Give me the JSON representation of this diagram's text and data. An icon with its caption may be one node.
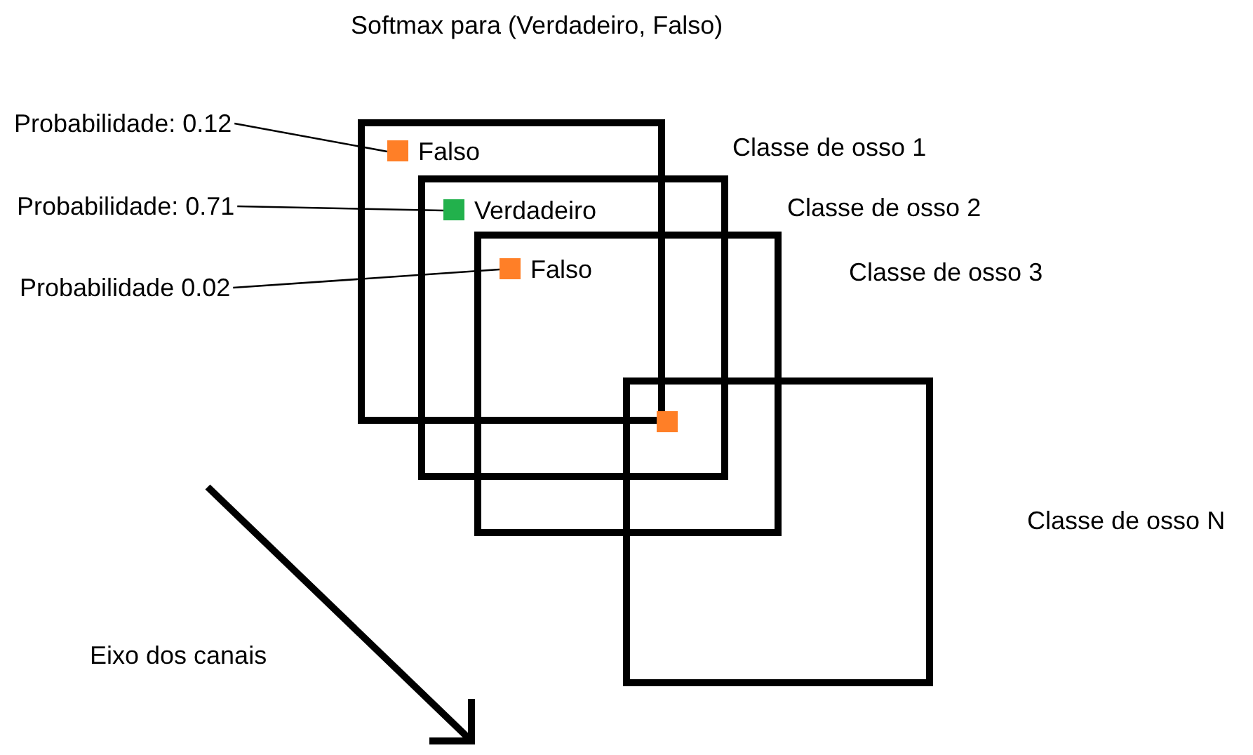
{
  "diagram": {
    "title": "Softmax para (Verdadeiro, Falso)",
    "nodes": [
      {
        "text": [
          "Classe de osso 1"
        ]
      },
      {
        "text": [
          "Classe de osso 2"
        ]
      },
      {
        "text": [
          "Classe de osso 3"
        ]
      },
      {
        "text": [
          "Classe de osso N"
        ]
      },
      {
        "text": [
          "Falso"
        ],
        "in": 0
      },
      {
        "text": [
          "Verdadeiro"
        ]
      },
      {
        "text": [
          "Falso"
        ]
      },
      {
        "text": [],
        "shape": "box"
      },
      {
        "text": [
          "Probabilidade: 0.12"
        ]
      },
      {
        "text": [
          "Probabilidade: 0.71"
        ]
      },
      {
        "text": [
          "Probabilidade 0.02"
        ]
      }
    ],
    "edges": [
      {
        "from": 8,
        "to": 4,
        "arrow": "none"
      },
      {
        "from": 9,
        "to": 5,
        "arrow": "none"
      },
      {
        "from": 10,
        "to": 6,
        "arrow": "none"
      }
    ],
    "labels": [
      "Eixo dos canais"
    ]
  }
}
